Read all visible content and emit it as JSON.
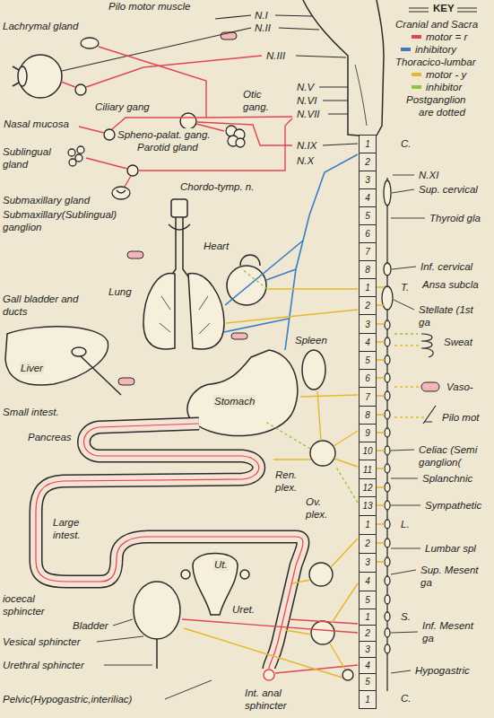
{
  "diagram": {
    "nodes": [
      {
        "text": [
          "1"
        ]
      },
      {
        "text": [
          "2"
        ]
      },
      {
        "text": [
          "3"
        ]
      },
      {
        "text": [
          "4"
        ]
      },
      {
        "text": [
          "5"
        ]
      },
      {
        "text": [
          "6"
        ]
      },
      {
        "text": [
          "7"
        ]
      },
      {
        "text": [
          "8"
        ]
      },
      {
        "text": [
          "1"
        ]
      },
      {
        "text": [
          "2"
        ]
      },
      {
        "text": [
          "3"
        ]
      },
      {
        "text": [
          "4"
        ]
      },
      {
        "text": [
          "5"
        ]
      },
      {
        "text": [
          "6"
        ]
      },
      {
        "text": [
          "7"
        ]
      },
      {
        "text": [
          "8"
        ]
      },
      {
        "text": [
          "9"
        ]
      },
      {
        "text": [
          "10"
        ]
      },
      {
        "text": [
          "11"
        ]
      },
      {
        "text": [
          "12"
        ]
      },
      {
        "text": [
          "13"
        ]
      },
      {
        "text": [
          "1"
        ]
      },
      {
        "text": [
          "2"
        ]
      },
      {
        "text": [
          "3"
        ]
      },
      {
        "text": [
          "4"
        ]
      },
      {
        "text": [
          "5"
        ]
      },
      {
        "text": [
          "1"
        ]
      },
      {
        "text": [
          "2"
        ]
      },
      {
        "text": [
          "3"
        ]
      },
      {
        "text": [
          "4"
        ]
      },
      {
        "text": [
          "5"
        ]
      },
      {
        "text": [
          "1"
        ]
      }
    ],
    "labels": [
      "Pilo motor muscle",
      "Lachrymal gland",
      "N.I",
      "N.II",
      "N.III",
      "Ciliary gang",
      "Otic gang.",
      "N.V",
      "N.VI",
      "N.VII",
      "Nasal mucosa",
      "Spheno-palat. gang.",
      "Parotid gland",
      "Sublingual gland",
      "N.IX",
      "N.X",
      "Chordo-tymp. n.",
      "N.XI",
      "Sup. cervical",
      "Submaxillary gland",
      "Submaxillary(Sublingual) ganglion",
      "Thyroid gla",
      "Heart",
      "Inf. cervical",
      "Ansa subcla",
      "Lung",
      "Gall bladder and ducts",
      "Stellate (1st ga",
      "Sweat",
      "Spleen",
      "Liver",
      "Vaso-",
      "Stomach",
      "Small intest.",
      "Pilo mot",
      "Pancreas",
      "Celiac (Semi ganglion(",
      "Splanchnic",
      "Ren. plex.",
      "Ov. plex.",
      "Sympathetic",
      "Large intest.",
      "Lumbar spl",
      "Ut.",
      "Sup. Mesent ga",
      "iocecal sphincter",
      "Uret.",
      "Bladder",
      "Inf. Mesent ga",
      "Vesical sphincter",
      "Urethral sphincter",
      "Hypogastric",
      "Pelvic(Hypogastric,interiliac)",
      "Int. anal sphincter",
      "C.",
      "T.",
      "L.",
      "S.",
      "C.",
      "KEY",
      "Cranial and Sacra",
      "Thoracico-lumbar",
      "Postganglion",
      "are dotted"
    ],
    "legend": [
      {
        "text": "motor = r",
        "color": "#e0464f"
      },
      {
        "text": "inhibitory",
        "color": "#3b7cc4"
      },
      {
        "text": "motor - y",
        "color": "#e3b82a"
      },
      {
        "text": "inhibitor",
        "color": "#8ec63f"
      }
    ]
  }
}
